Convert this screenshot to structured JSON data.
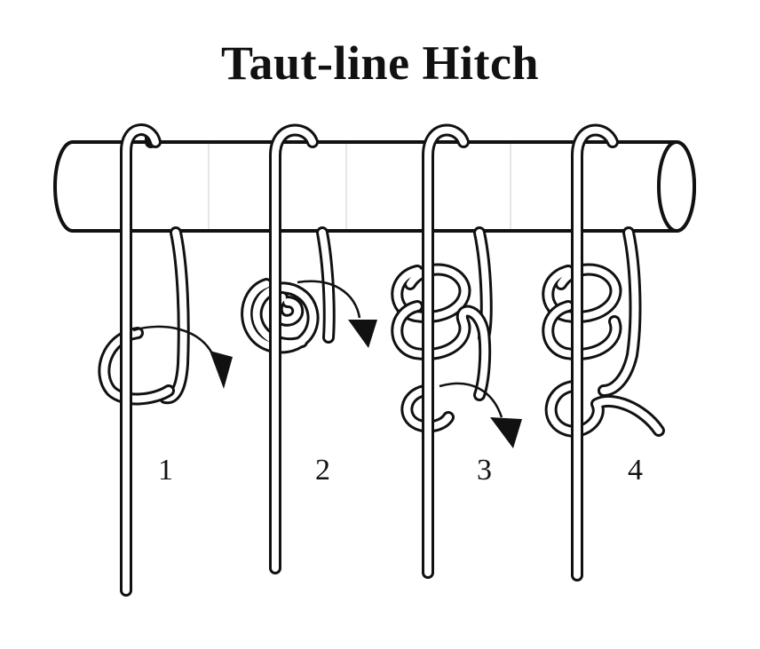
{
  "title": "Taut-line Hitch",
  "steps": [
    {
      "label": "1"
    },
    {
      "label": "2"
    },
    {
      "label": "3"
    },
    {
      "label": "4"
    }
  ],
  "colors": {
    "ink": "#111111",
    "background": "#ffffff"
  }
}
